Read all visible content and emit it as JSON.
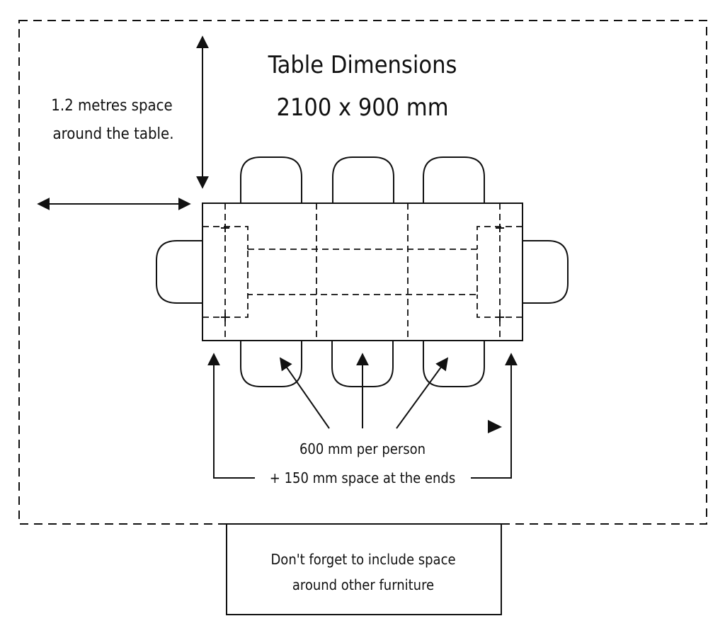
{
  "title": {
    "line1": "Table Dimensions",
    "line2": "2100 x 900 mm"
  },
  "space_note": {
    "line1": "1.2 metres space",
    "line2": "around the table."
  },
  "per_person_note": {
    "line1": "600 mm per person",
    "line2": "+ 150 mm space at the ends"
  },
  "reminder_box": {
    "line1": "Don't forget to include space",
    "line2": "around other furniture"
  },
  "seats": 8
}
